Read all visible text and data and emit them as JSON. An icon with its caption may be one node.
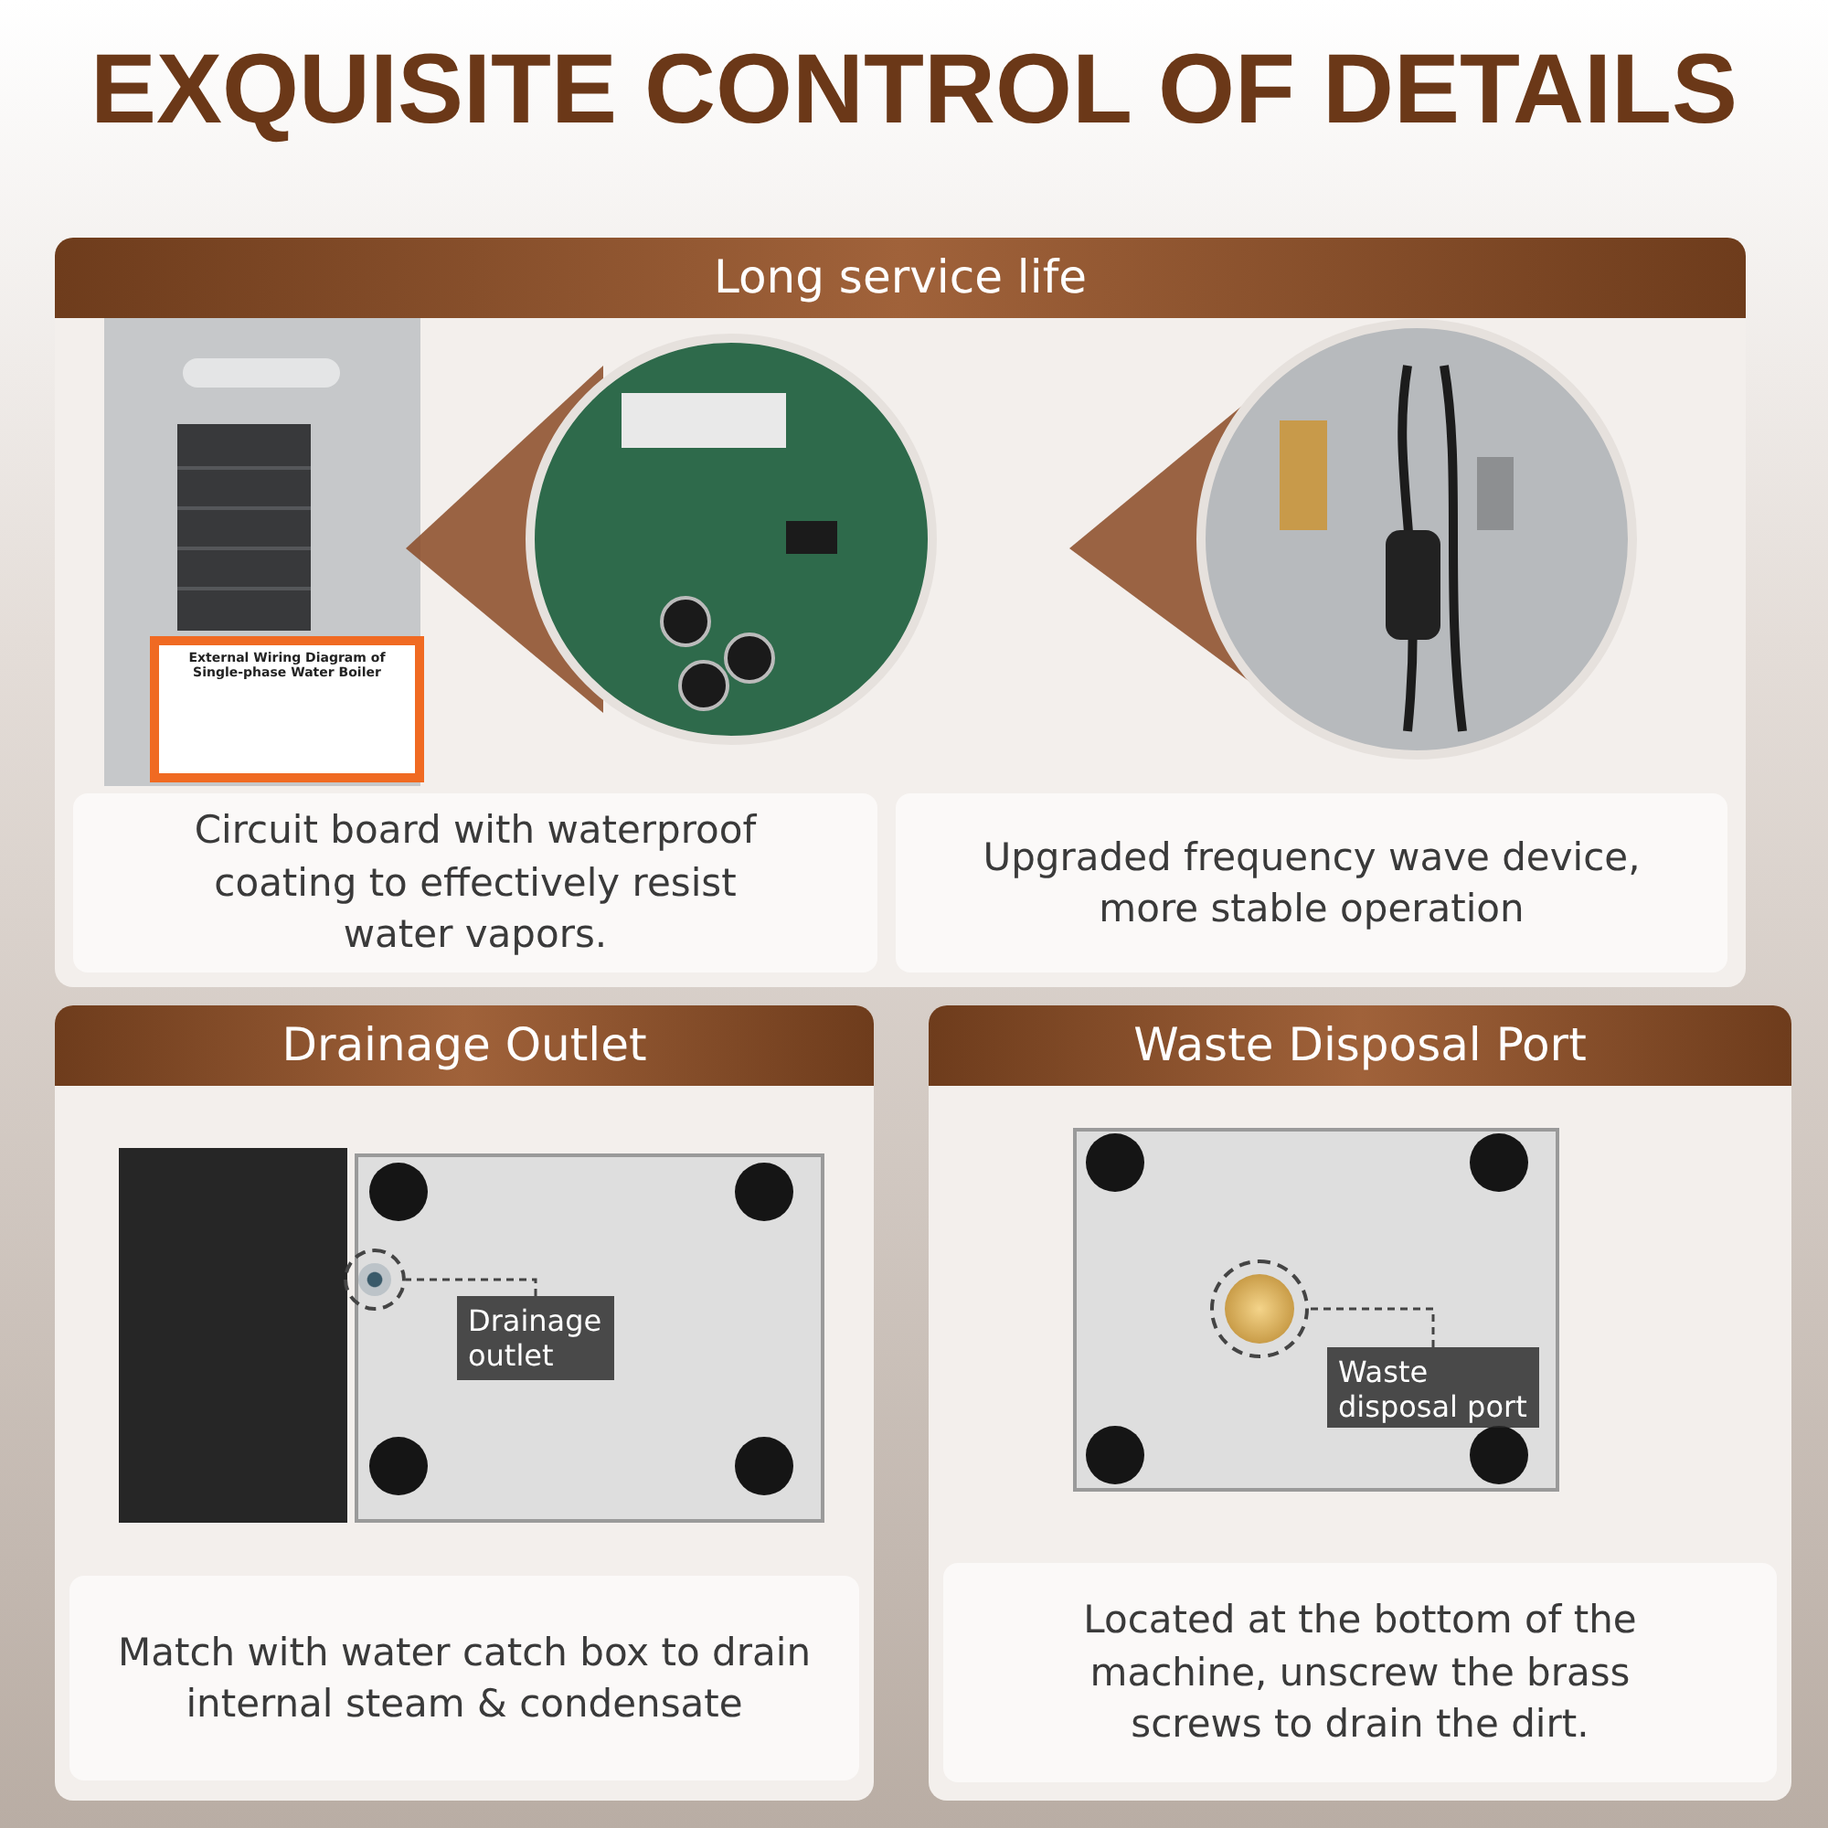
{
  "diagram": {
    "title": "EXQUISITE CONTROL OF DETAILS",
    "nodes": [
      {
        "text": [
          "Long service life"
        ]
      },
      {
        "text": [
          "Circuit board with waterproof coating to effectively resist water vapors."
        ],
        "in": 0
      },
      {
        "text": [
          "Upgraded frequency wave device, more stable operation"
        ],
        "in": 0
      },
      {
        "text": [
          "Drainage Outlet"
        ]
      },
      {
        "text": [
          "Drainage outlet"
        ],
        "in": 3
      },
      {
        "text": [],
        "shape": "circle",
        "in": 3
      },
      {
        "text": [
          "Match with water catch box to drain internal steam & condensate"
        ],
        "in": 3
      },
      {
        "text": [
          "Waste Disposal Port"
        ]
      },
      {
        "text": [
          "Waste disposal port"
        ],
        "in": 7
      },
      {
        "text": [],
        "shape": "circle",
        "in": 7
      },
      {
        "text": [
          "Located at the bottom of the machine, unscrew the brass screws to drain the dirt."
        ],
        "in": 7
      }
    ],
    "edges": [
      {
        "from": 4,
        "to": 5,
        "arrow": "none",
        "style": "dashed"
      },
      {
        "from": 8,
        "to": 9,
        "arrow": "none",
        "style": "dashed"
      }
    ],
    "labels": [
      "External Wiring Diagram of Single-phase Water Boiler"
    ]
  }
}
